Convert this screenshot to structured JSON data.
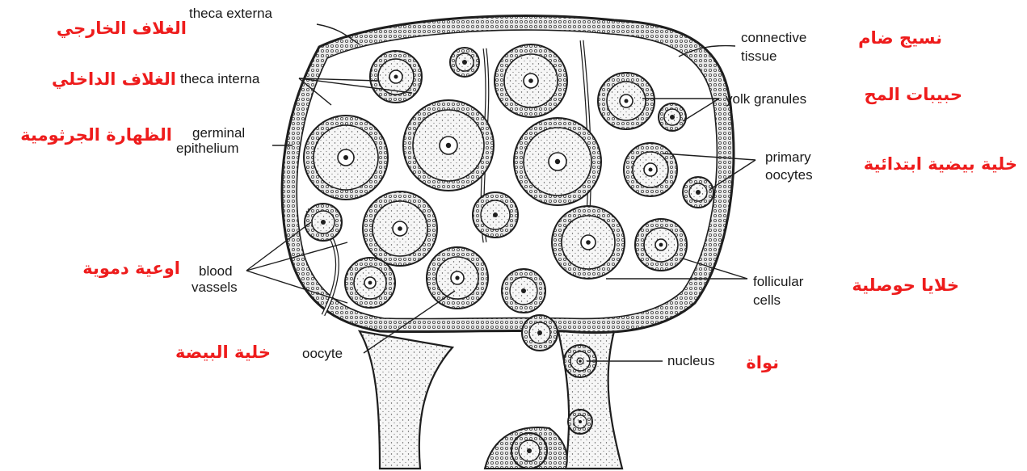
{
  "colors": {
    "arabic_label": "#ee1c1c",
    "english_label": "#1a1a1a",
    "ink": "#1e1e1e"
  },
  "labels": {
    "theca_externa": {
      "en": "theca externa",
      "ar": "الغلاف الخارجي"
    },
    "theca_interna": {
      "en": "theca interna",
      "ar": "الغلاف الداخلي"
    },
    "germinal_epithelium": {
      "en_line1": "germinal",
      "en_line2": "epithelium",
      "ar": "الظهارة الجرثومية"
    },
    "blood_vessels": {
      "en_line1": "blood",
      "en_line2": "vassels",
      "ar": "اوعية دموية"
    },
    "oocyte": {
      "en": "oocyte",
      "ar": "خلية البيضة"
    },
    "connective_tissue": {
      "en_line1": "connective",
      "en_line2": "tissue",
      "ar": "نسيج ضام"
    },
    "yolk_granules": {
      "en": "yolk granules",
      "ar": "حبيبات المح"
    },
    "primary_oocytes": {
      "en_line1": "primary",
      "en_line2": "oocytes",
      "ar": "خلية بيضية ابتدائية"
    },
    "follicular_cells": {
      "en_line1": "follicular",
      "en_line2": "cells",
      "ar": "خلايا حوصلية"
    },
    "nucleus": {
      "en": "nucleus",
      "ar": "نواة"
    }
  }
}
